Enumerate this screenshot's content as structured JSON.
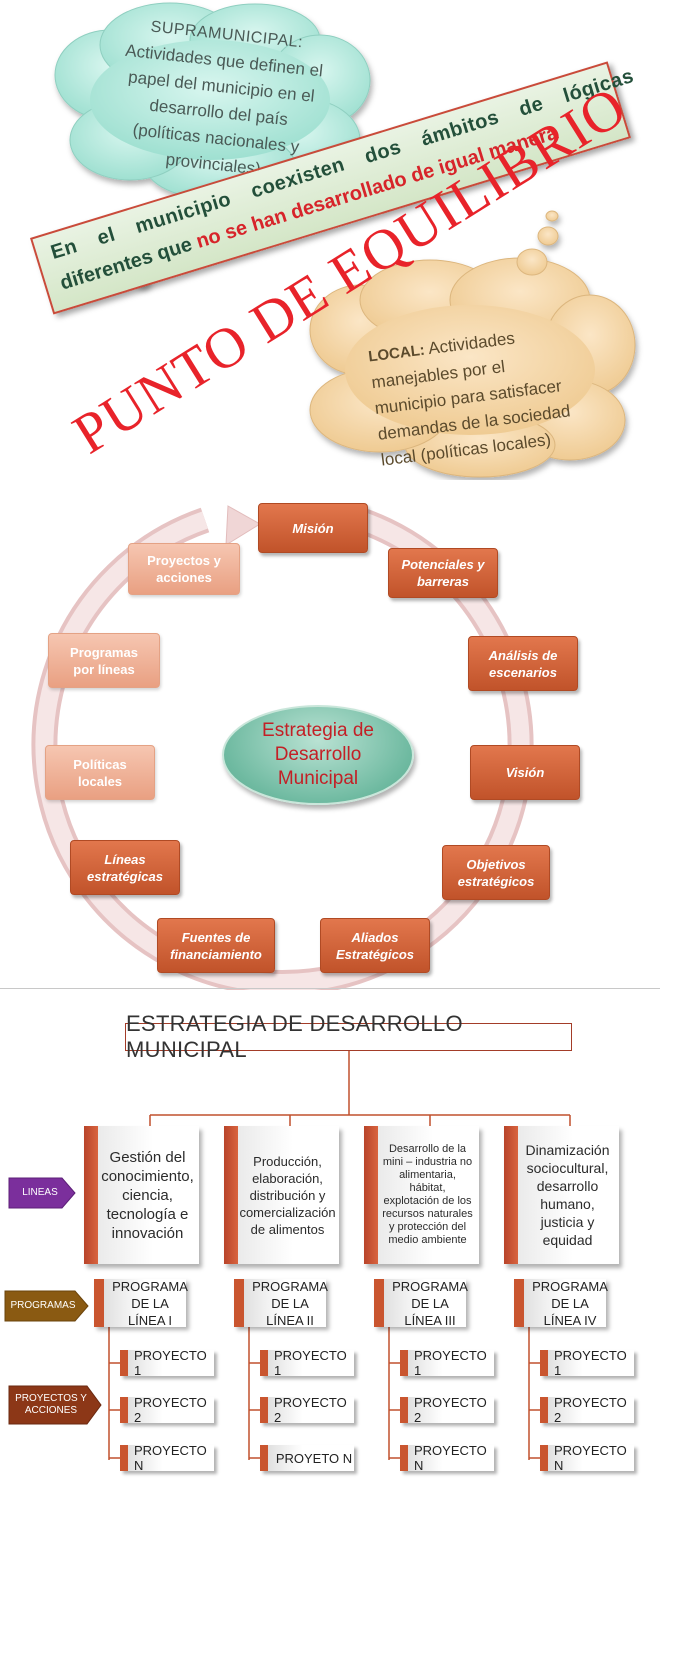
{
  "section1": {
    "supra_cloud": {
      "title": "SUPRAMUNICIPAL:",
      "lines": [
        "Actividades que definen el",
        "papel del municipio en el",
        "desarrollo del país",
        "(políticas nacionales y",
        "provinciales)"
      ]
    },
    "banner": {
      "line1": "En el municipio coexisten dos ámbitos de lógicas",
      "line2_start": "diferentes que ",
      "line2_red": "no se han desarrollado de igual manera"
    },
    "stamp": "PUNTO DE EQUILIBRIO",
    "local_cloud": {
      "label": "LOCAL:",
      "lines": [
        "Actividades",
        "manejables por el",
        "municipio para satisfacer",
        "demandas de la sociedad",
        "local (políticas locales)"
      ]
    }
  },
  "cycle": {
    "center": [
      "Estrategia de",
      "Desarrollo",
      "Municipal"
    ],
    "colors": {
      "dark": "#d0633a",
      "light": "#eeb096",
      "center": "#7cc2a9",
      "center_text": "#c32026"
    },
    "steps": [
      {
        "lines": [
          "Misión"
        ],
        "tone": "dark"
      },
      {
        "lines": [
          "Potenciales y",
          "barreras"
        ],
        "tone": "dark"
      },
      {
        "lines": [
          "Análisis de",
          "escenarios"
        ],
        "tone": "dark"
      },
      {
        "lines": [
          "Visión"
        ],
        "tone": "dark"
      },
      {
        "lines": [
          "Objetivos",
          "estratégicos"
        ],
        "tone": "dark"
      },
      {
        "lines": [
          "Aliados",
          "Estratégicos"
        ],
        "tone": "dark"
      },
      {
        "lines": [
          "Fuentes de",
          "financiamiento"
        ],
        "tone": "dark"
      },
      {
        "lines": [
          "Líneas",
          "estratégicas"
        ],
        "tone": "dark"
      },
      {
        "lines": [
          "Políticas",
          "locales"
        ],
        "tone": "light"
      },
      {
        "lines": [
          "Programas",
          "por líneas"
        ],
        "tone": "light"
      },
      {
        "lines": [
          "Proyectos y",
          "acciones"
        ],
        "tone": "light"
      }
    ]
  },
  "strategy": {
    "title": "ESTRATEGIA DE DESARROLLO MUNICIPAL",
    "tags": {
      "lineas": "LINEAS",
      "programas": "PROGRAMAS",
      "proyectos": [
        "PROYECTOS Y",
        "ACCIONES"
      ]
    },
    "tag_colors": {
      "lineas": "#7b2f9c",
      "programas": "#8a5a12",
      "proyectos": "#8c3717"
    },
    "columns": [
      {
        "line": [
          "Gestión del",
          "conocimiento,",
          "ciencia,",
          "tecnología e",
          "innovación"
        ],
        "program": [
          "PROGRAMA",
          "DE LA LÍNEA I"
        ],
        "projects": [
          "PROYECTO 1",
          "PROYECTO 2",
          "PROYECTO N"
        ]
      },
      {
        "line": [
          "Producción,",
          "elaboración,",
          "distribución y",
          "comercialización",
          "de alimentos"
        ],
        "program": [
          "PROGRAMA",
          "DE LA LÍNEA II"
        ],
        "projects": [
          "PROYECTO 1",
          "PROYECTO 2",
          "PROYETO N"
        ]
      },
      {
        "line": [
          "Desarrollo de la",
          "mini – industria no",
          "alimentaria,",
          "hábitat,",
          "explotación de los",
          "recursos naturales",
          "y protección del",
          "medio ambiente"
        ],
        "program": [
          "PROGRAMA",
          "DE LA LÍNEA III"
        ],
        "projects": [
          "PROYECTO 1",
          "PROYECTO 2",
          "PROYECTO N"
        ]
      },
      {
        "line": [
          "Dinamización",
          "sociocultural,",
          "desarrollo",
          "humano,",
          "justicia y",
          "equidad"
        ],
        "program": [
          "PROGRAMA",
          "DE LA LÍNEA IV"
        ],
        "projects": [
          "PROYECTO 1",
          "PROYECTO 2",
          "PROYECTO N"
        ]
      }
    ]
  }
}
